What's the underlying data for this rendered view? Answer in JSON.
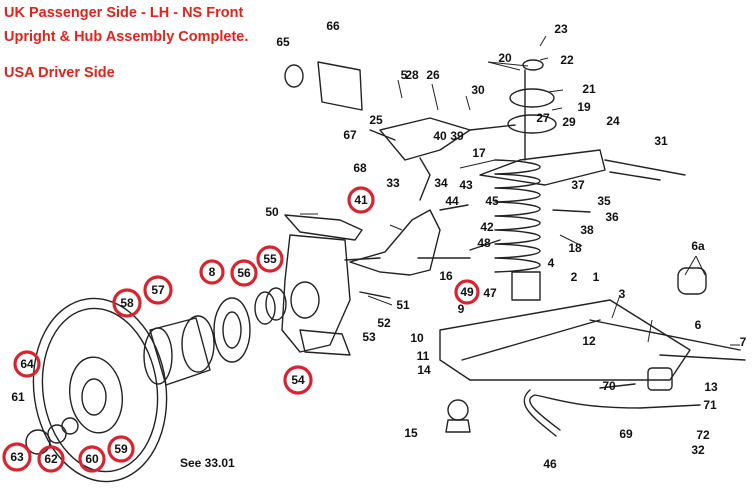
{
  "titles": {
    "line1": "UK Passenger Side - LH - NS Front",
    "line2": "Upright & Hub Assembly Complete.",
    "line3": "USA Driver Side"
  },
  "note": "See 33.01",
  "colors": {
    "ring": "#d9232e",
    "title": "#e2231a",
    "line": "#222222"
  },
  "highlighted_parts": [
    "8",
    "41",
    "49",
    "54",
    "55",
    "56",
    "57",
    "58",
    "59",
    "60",
    "62",
    "63",
    "64"
  ],
  "part_labels": [
    "1",
    "2",
    "3",
    "4",
    "5",
    "6",
    "6a",
    "7",
    "9",
    "10",
    "11",
    "12",
    "13",
    "14",
    "15",
    "16",
    "17",
    "18",
    "19",
    "20",
    "21",
    "22",
    "23",
    "24",
    "25",
    "26",
    "27",
    "28",
    "29",
    "30",
    "31",
    "32",
    "33",
    "34",
    "35",
    "36",
    "37",
    "38",
    "39",
    "40",
    "42",
    "43",
    "44",
    "45",
    "46",
    "47",
    "48",
    "50",
    "51",
    "52",
    "53",
    "61",
    "65",
    "66",
    "67",
    "68",
    "69",
    "70",
    "71",
    "72"
  ]
}
